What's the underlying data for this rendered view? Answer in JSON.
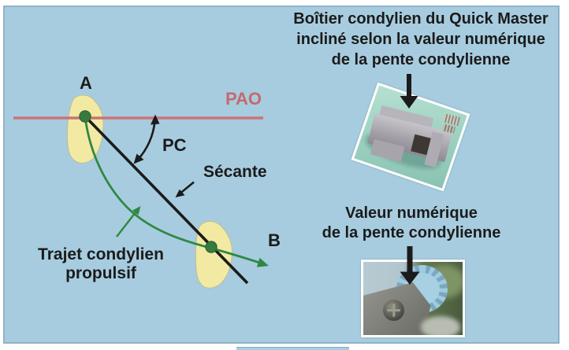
{
  "figure": {
    "colors": {
      "panel_bg": "#a7ccdf",
      "panel_border": "#8fb3c6",
      "pao_pink": "#c5696d",
      "condyle_yellow": "#f2e9a3",
      "trajectory_green": "#2e8843",
      "dot_green": "#377a3f",
      "line_black": "#1b1b1b"
    }
  },
  "diagram": {
    "point_a_label": "A",
    "point_b_label": "B",
    "pao_label": "PAO",
    "pc_label": "PC",
    "secante_label": "Sécante",
    "trajet_label_line1": "Trajet condylien",
    "trajet_label_line2": "propulsif"
  },
  "annotations": {
    "top_caption": {
      "line1": "Boîtier condylien du Quick Master",
      "line2": "incliné selon la valeur numérique",
      "line3": "de la pente condylienne"
    },
    "bottom_caption": {
      "line1": "Valeur numérique",
      "line2": "de la pente condylienne"
    }
  },
  "photos": {
    "top_name": "quick-master-condylar-housing-photo",
    "bottom_name": "condylar-slope-numeric-dial-photo"
  }
}
